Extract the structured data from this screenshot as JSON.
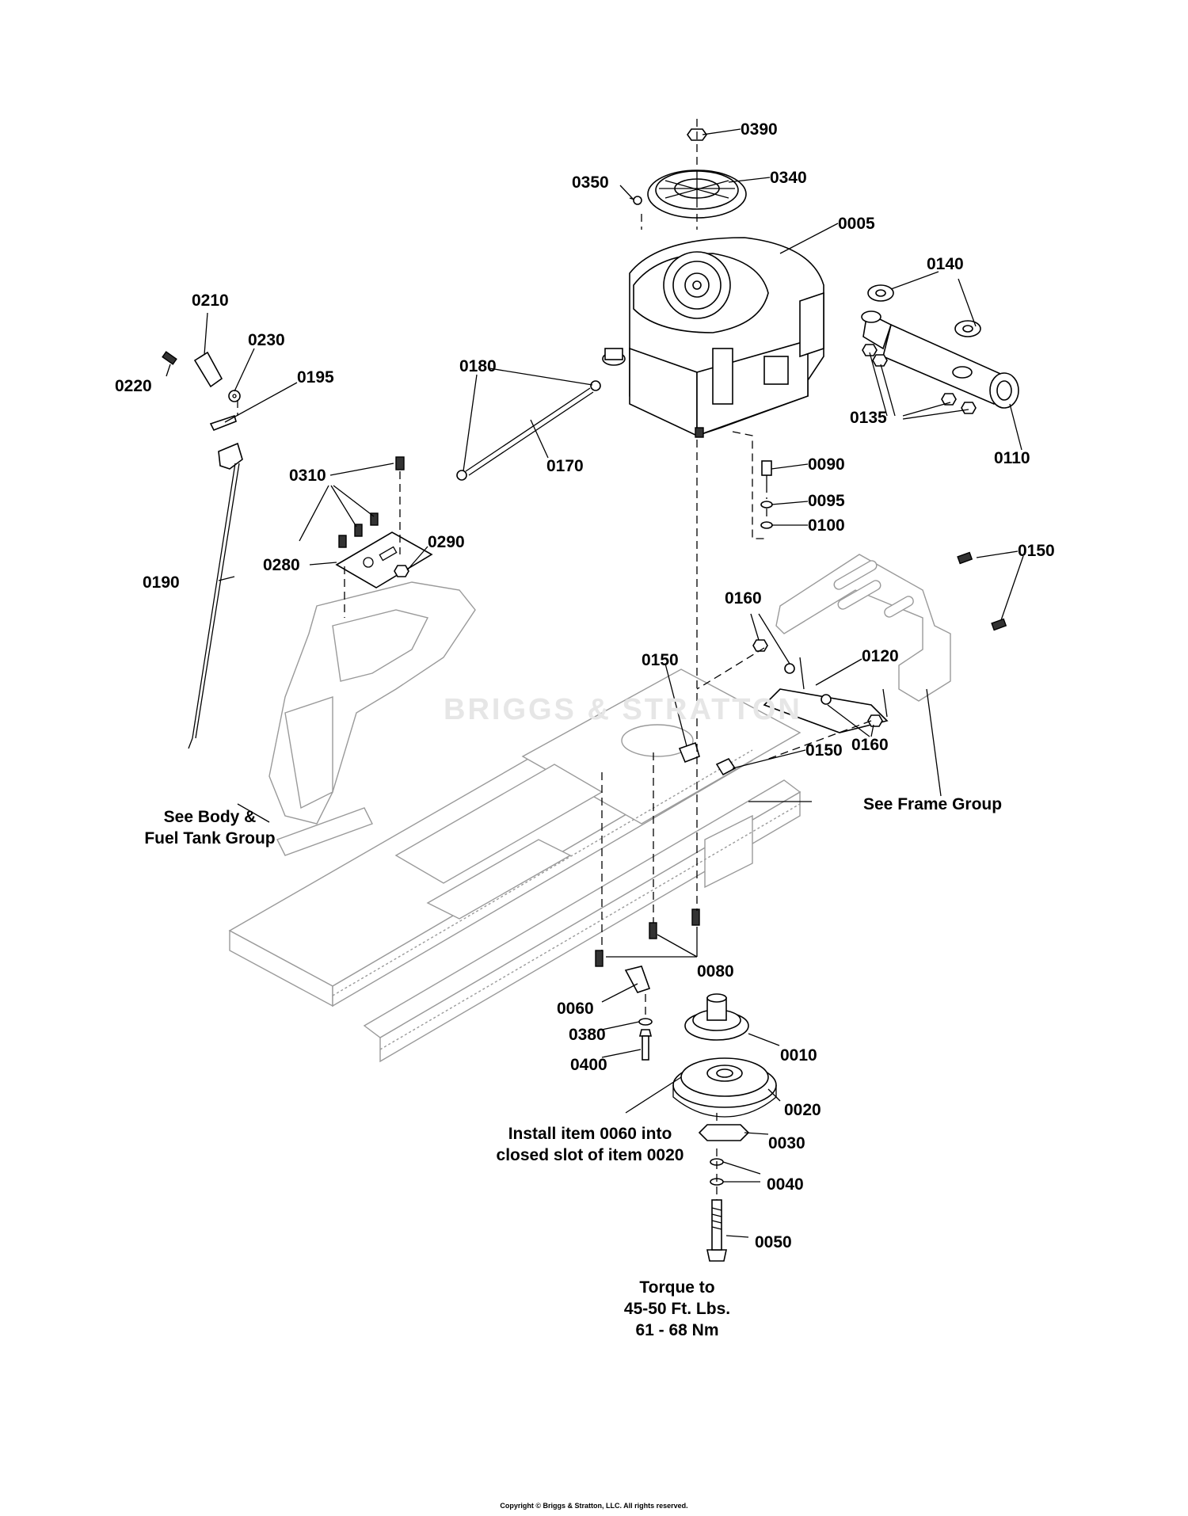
{
  "diagram": {
    "callouts": [
      {
        "id": "0390",
        "label": "0390"
      },
      {
        "id": "0340",
        "label": "0340"
      },
      {
        "id": "0350",
        "label": "0350"
      },
      {
        "id": "0005",
        "label": "0005"
      },
      {
        "id": "0140",
        "label": "0140"
      },
      {
        "id": "0210",
        "label": "0210"
      },
      {
        "id": "0230",
        "label": "0230"
      },
      {
        "id": "0220",
        "label": "0220"
      },
      {
        "id": "0195",
        "label": "0195"
      },
      {
        "id": "0180",
        "label": "0180"
      },
      {
        "id": "0135",
        "label": "0135"
      },
      {
        "id": "0110",
        "label": "0110"
      },
      {
        "id": "0170",
        "label": "0170"
      },
      {
        "id": "0310",
        "label": "0310"
      },
      {
        "id": "0090",
        "label": "0090"
      },
      {
        "id": "0095",
        "label": "0095"
      },
      {
        "id": "0100",
        "label": "0100"
      },
      {
        "id": "0280",
        "label": "0280"
      },
      {
        "id": "0290",
        "label": "0290"
      },
      {
        "id": "0150a",
        "label": "0150"
      },
      {
        "id": "0190",
        "label": "0190"
      },
      {
        "id": "0160a",
        "label": "0160"
      },
      {
        "id": "0120",
        "label": "0120"
      },
      {
        "id": "0150b",
        "label": "0150"
      },
      {
        "id": "0150c",
        "label": "0150"
      },
      {
        "id": "0160b",
        "label": "0160"
      },
      {
        "id": "0080",
        "label": "0080"
      },
      {
        "id": "0060",
        "label": "0060"
      },
      {
        "id": "0380",
        "label": "0380"
      },
      {
        "id": "0010",
        "label": "0010"
      },
      {
        "id": "0400",
        "label": "0400"
      },
      {
        "id": "0020",
        "label": "0020"
      },
      {
        "id": "0030",
        "label": "0030"
      },
      {
        "id": "0040",
        "label": "0040"
      },
      {
        "id": "0050",
        "label": "0050"
      }
    ],
    "notes": {
      "body_group": [
        "See Body &",
        "Fuel Tank Group"
      ],
      "frame_group": "See Frame Group",
      "install": [
        "Install item 0060 into",
        "closed slot of item 0020"
      ],
      "torque": [
        "Torque to",
        "45-50 Ft. Lbs.",
        "61 - 68 Nm"
      ]
    },
    "watermark": "BRIGGS & STRATTON",
    "copyright": "Copyright © Briggs & Stratton, LLC. All rights reserved."
  }
}
